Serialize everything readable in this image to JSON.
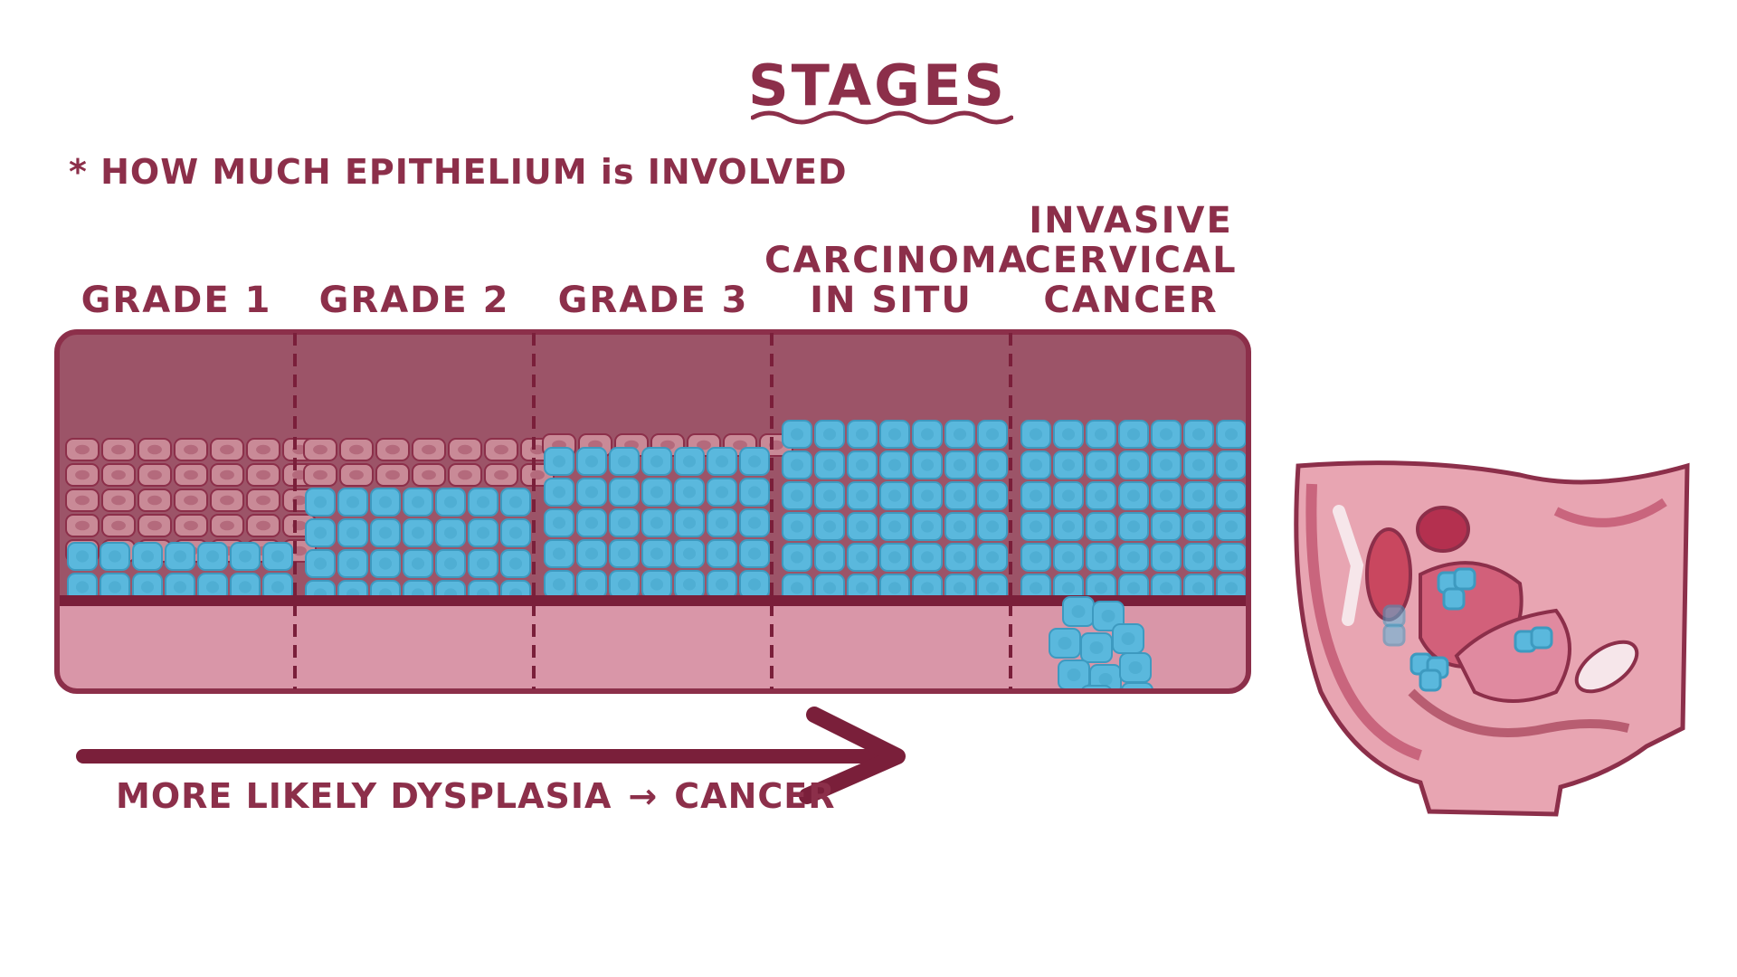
{
  "title": "STAGES",
  "note": {
    "bullet": "*",
    "text": "HOW MUCH EPITHELIUM is INVOLVED"
  },
  "stages": [
    {
      "label": "GRADE 1"
    },
    {
      "label": "GRADE 2"
    },
    {
      "label": "GRADE 3"
    },
    {
      "label": "CARCINOMA\nIN SITU"
    },
    {
      "label": "INVASIVE\nCERVICAL\nCANCER"
    }
  ],
  "caption": {
    "from": "MORE LIKELY DYSPLASIA",
    "arrow": "→",
    "to": "CANCER"
  },
  "colors": {
    "text": "#8c2f4a",
    "frame": "#8c2f4a",
    "top_tissue": "#9c5468",
    "basement": "#7a1f3a",
    "bottom_tissue": "#d996a8",
    "normal_cells": "#c98a97",
    "dysplastic_cells": "#5ab8dd",
    "arrow": "#7a1f3a"
  },
  "icons": {
    "pelvis_illustration": "pelvis-cross-section-icon"
  }
}
